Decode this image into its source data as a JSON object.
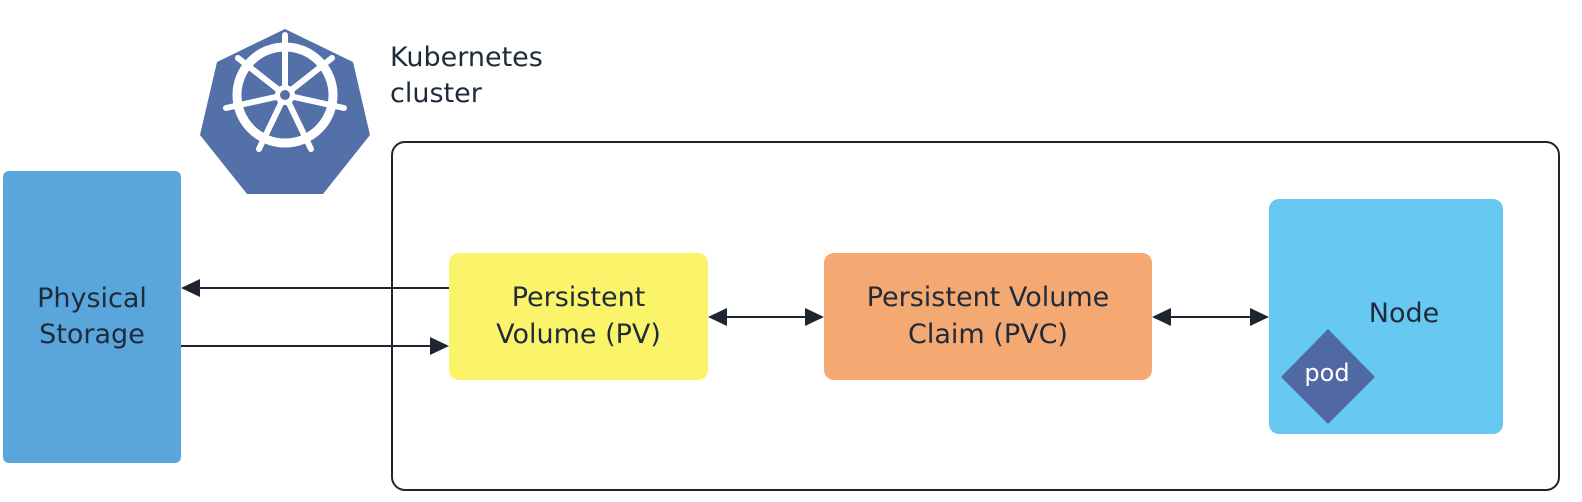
{
  "cluster": {
    "label": "Kubernetes\ncluster"
  },
  "storage": {
    "label": "Physical\nStorage"
  },
  "pv": {
    "label": "Persistent\nVolume (PV)"
  },
  "pvc": {
    "label": "Persistent Volume\nClaim (PVC)"
  },
  "node": {
    "label": "Node"
  },
  "pod": {
    "label": "pod"
  },
  "colors": {
    "storage": "#5aa6dc",
    "pv": "#fbf46a",
    "pvc": "#f4a872",
    "node": "#67c8f2",
    "pod": "#5169a3",
    "k8s_logo": "#5470a8"
  },
  "icons": {
    "logo": "kubernetes-helm-icon"
  }
}
